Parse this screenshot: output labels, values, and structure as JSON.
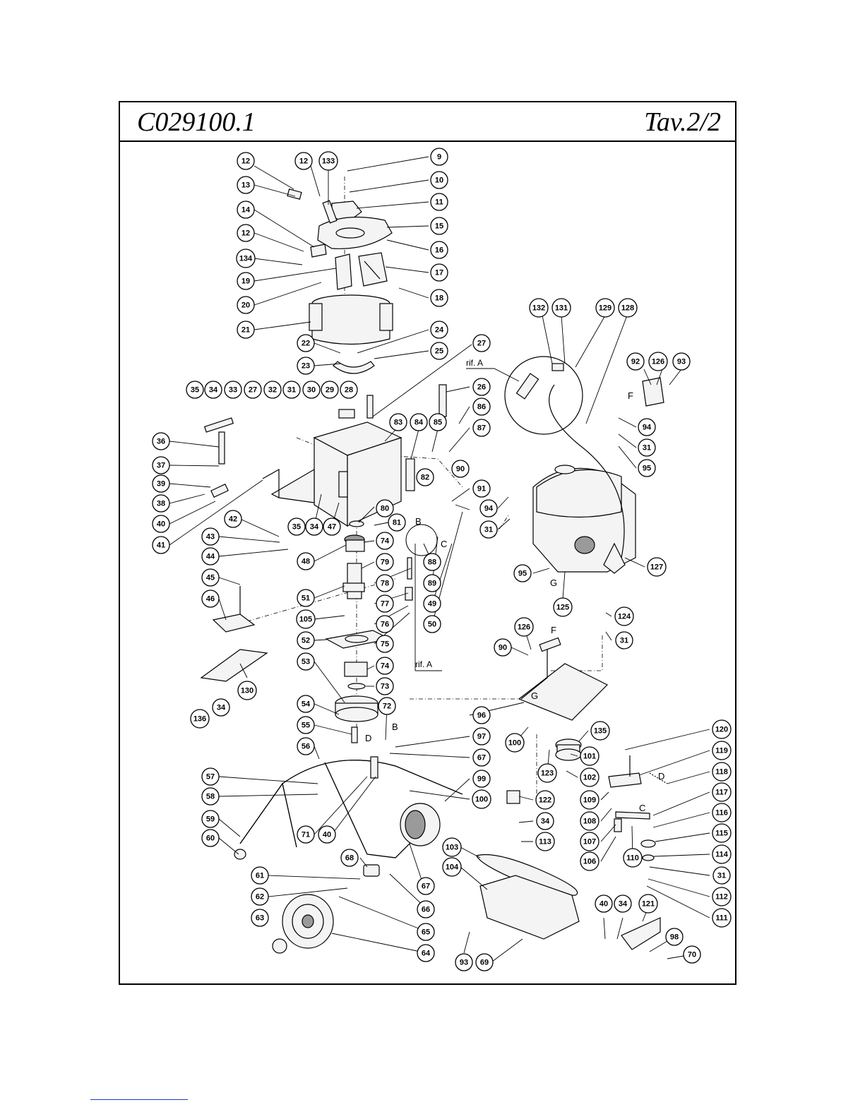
{
  "header": {
    "doc_code": "C029100.1",
    "table_no": "Tav.2/2"
  },
  "references": {
    "rif_a_top": "rif. A",
    "rif_a_bottom": "rif. A"
  },
  "letters": [
    "B",
    "C",
    "F",
    "G",
    "D",
    "G",
    "F",
    "B",
    "D",
    "C"
  ],
  "callouts": [
    "12",
    "12",
    "133",
    "9",
    "10",
    "11",
    "13",
    "14",
    "15",
    "16",
    "12",
    "134",
    "17",
    "19",
    "20",
    "18",
    "21",
    "22",
    "24",
    "23",
    "25",
    "27",
    "26",
    "35",
    "34",
    "33",
    "27",
    "32",
    "31",
    "30",
    "29",
    "28",
    "83",
    "84",
    "85",
    "86",
    "87",
    "36",
    "37",
    "39",
    "38",
    "40",
    "41",
    "82",
    "90",
    "91",
    "81",
    "35",
    "34",
    "47",
    "80",
    "42",
    "43",
    "44",
    "74",
    "48",
    "79",
    "78",
    "51",
    "88",
    "89",
    "77",
    "76",
    "75",
    "49",
    "50",
    "45",
    "46",
    "105",
    "52",
    "74",
    "73",
    "53",
    "130",
    "34",
    "136",
    "72",
    "54",
    "55",
    "56",
    "97",
    "67",
    "57",
    "58",
    "99",
    "100",
    "59",
    "71",
    "40",
    "60",
    "68",
    "67",
    "61",
    "62",
    "66",
    "65",
    "63",
    "64",
    "132",
    "131",
    "129",
    "128",
    "92",
    "126",
    "93",
    "94",
    "31",
    "95",
    "94",
    "31",
    "127",
    "95",
    "125",
    "124",
    "31",
    "126",
    "90",
    "96",
    "100",
    "135",
    "101",
    "102",
    "123",
    "120",
    "119",
    "118",
    "117",
    "116",
    "122",
    "109",
    "108",
    "107",
    "106",
    "110",
    "34",
    "113",
    "115",
    "114",
    "31",
    "112",
    "111",
    "103",
    "104",
    "93",
    "69",
    "40",
    "34",
    "121",
    "98",
    "70"
  ]
}
